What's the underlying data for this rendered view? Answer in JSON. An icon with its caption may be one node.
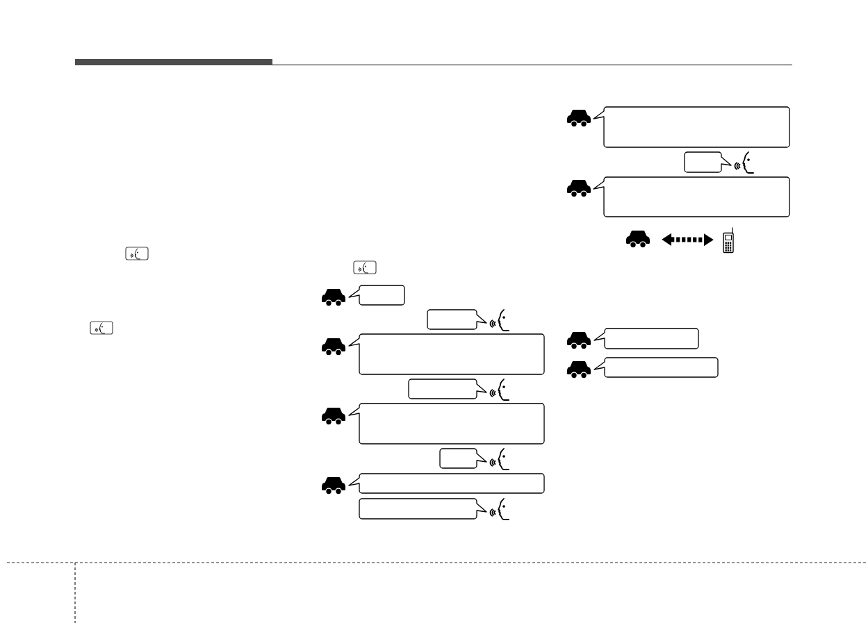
{
  "diagram": {
    "nodes": [
      {
        "text": [],
        "shape": "bubble"
      },
      {
        "text": [],
        "shape": "bubble"
      },
      {
        "text": [],
        "shape": "bubble"
      },
      {
        "text": [],
        "shape": "bubble"
      },
      {
        "text": [],
        "shape": "bubble"
      },
      {
        "text": [],
        "shape": "bubble"
      },
      {
        "text": [],
        "shape": "bubble"
      },
      {
        "text": [],
        "shape": "bubble"
      },
      {
        "text": [],
        "shape": "bubble"
      },
      {
        "text": [],
        "shape": "bubble"
      },
      {
        "text": [],
        "shape": "bubble"
      },
      {
        "text": [],
        "shape": "picture"
      },
      {
        "text": [],
        "shape": "picture"
      },
      {
        "text": [],
        "shape": "bubble"
      },
      {
        "text": [],
        "shape": "bubble"
      }
    ],
    "edges": [
      {
        "from": 11,
        "to": 12,
        "arrow": "both",
        "style": "dashed"
      }
    ]
  }
}
